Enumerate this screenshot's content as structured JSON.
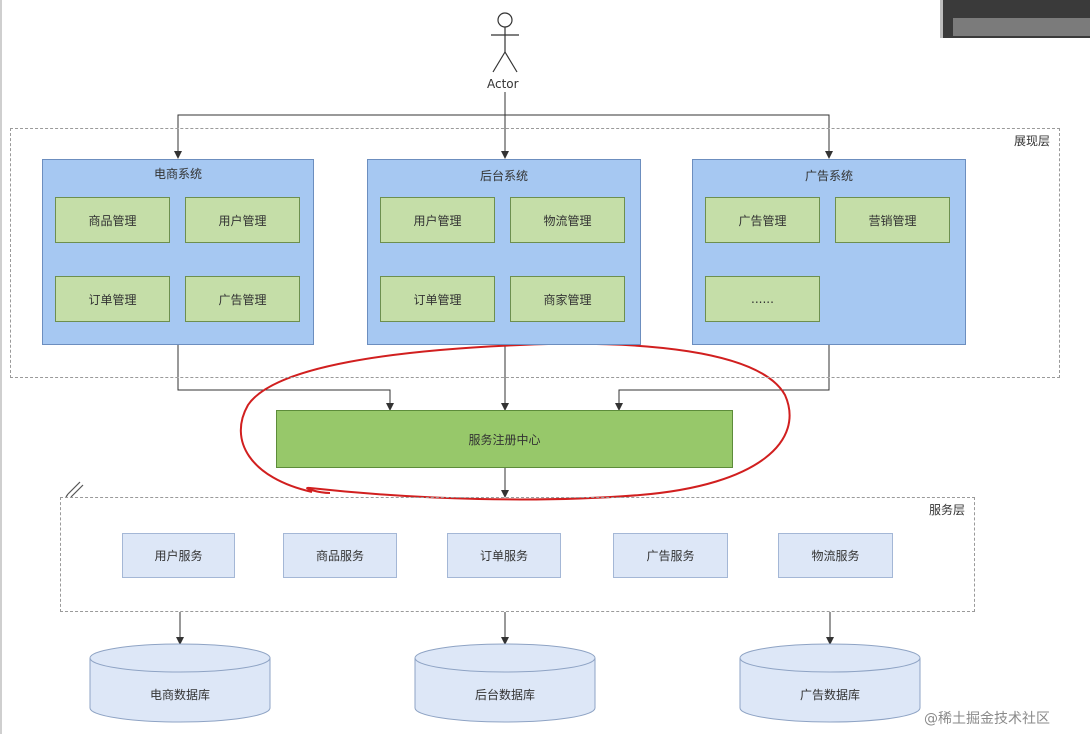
{
  "actor": {
    "label": "Actor"
  },
  "presentation_layer": {
    "label": "展现层",
    "systems": [
      {
        "title": "电商系统",
        "modules": [
          "商品管理",
          "用户管理",
          "订单管理",
          "广告管理"
        ]
      },
      {
        "title": "后台系统",
        "modules": [
          "用户管理",
          "物流管理",
          "订单管理",
          "商家管理"
        ]
      },
      {
        "title": "广告系统",
        "modules": [
          "广告管理",
          "营销管理",
          "......"
        ]
      }
    ]
  },
  "registry": {
    "label": "服务注册中心"
  },
  "service_layer": {
    "label": "服务层",
    "services": [
      "用户服务",
      "商品服务",
      "订单服务",
      "广告服务",
      "物流服务"
    ]
  },
  "databases": [
    "电商数据库",
    "后台数据库",
    "广告数据库"
  ],
  "watermark": "@稀土掘金技术社区",
  "colors": {
    "system_fill": "#a6c8f2",
    "module_fill": "#c5dea8",
    "registry_fill": "#97c86a",
    "service_fill": "#dde7f7",
    "db_fill": "#dde7f7",
    "highlight_stroke": "#d11f1f"
  }
}
